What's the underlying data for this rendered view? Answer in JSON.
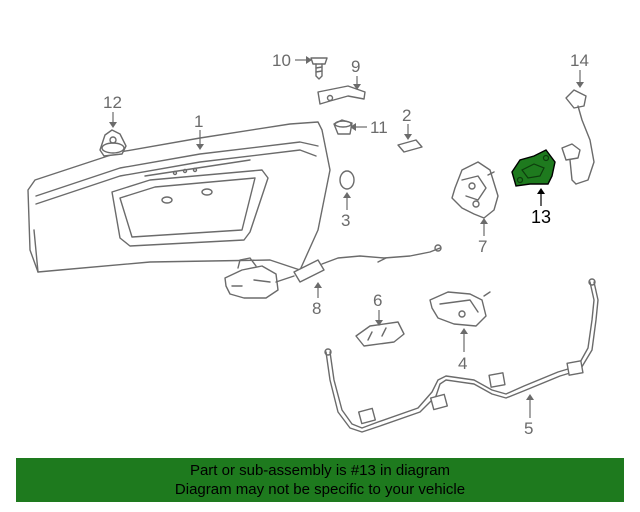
{
  "diagram": {
    "callouts": [
      {
        "id": "1",
        "label": "1"
      },
      {
        "id": "2",
        "label": "2"
      },
      {
        "id": "3",
        "label": "3"
      },
      {
        "id": "4",
        "label": "4"
      },
      {
        "id": "5",
        "label": "5"
      },
      {
        "id": "6",
        "label": "6"
      },
      {
        "id": "7",
        "label": "7"
      },
      {
        "id": "8",
        "label": "8"
      },
      {
        "id": "9",
        "label": "9"
      },
      {
        "id": "10",
        "label": "10"
      },
      {
        "id": "11",
        "label": "11"
      },
      {
        "id": "12",
        "label": "12"
      },
      {
        "id": "13",
        "label": "13"
      },
      {
        "id": "14",
        "label": "14"
      }
    ],
    "highlight_part": "13",
    "highlight_color": "#1e7a1e"
  },
  "banner": {
    "line1": "Part or sub-assembly is #13 in diagram",
    "line2": "Diagram may not be specific to your vehicle",
    "background": "#1e7a1e"
  }
}
